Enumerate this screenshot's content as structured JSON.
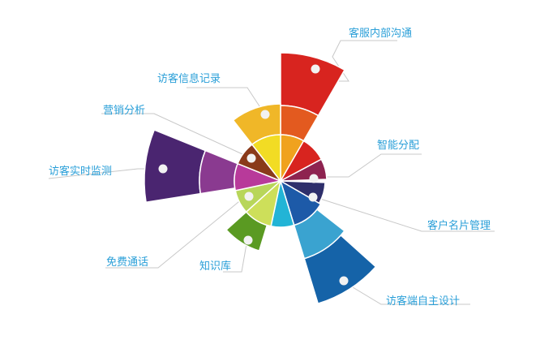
{
  "labels": {
    "kefu": "客服内部沟通",
    "zhineng": "智能分配",
    "kehu": "客户名片管理",
    "fangkeduan": "访客端自主设计",
    "zhishiku": "知识库",
    "mianfei": "免费通话",
    "jiance": "访客实时监测",
    "yingxiao": "营销分析",
    "xinxi": "访客信息记录"
  },
  "colors": {
    "label": "#2a9fd8",
    "red": "#d8241f",
    "red_dark": "#7a1010",
    "orange": "#e35a1f",
    "amber": "#f0a21e",
    "maroon": "#8e2350",
    "navy": "#2e2f6b",
    "blue_dark": "#1d5aa8",
    "blue_mid": "#3aa3d0",
    "blue_outer": "#1563a8",
    "cyan": "#22b4d6",
    "lime_light": "#cddf5a",
    "lime": "#b8d65a",
    "green": "#5a9a22",
    "magenta": "#b83a9a",
    "purple_mid": "#8a3a90",
    "purple": "#4a2570",
    "brown": "#8a3a1a",
    "yellow": "#f2dc24",
    "yellow_outer": "#f0b728"
  }
}
